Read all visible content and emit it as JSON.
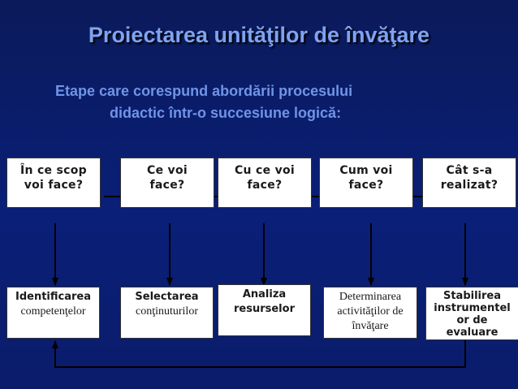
{
  "title": "Proiectarea unităţilor de învăţare",
  "subtitle": {
    "line1": "Etape care corespund abordării procesului",
    "line2": "didactic într-o succesiune logică:"
  },
  "questions": [
    {
      "l1": "În ce scop",
      "l2": "voi face?"
    },
    {
      "l1": "Ce voi",
      "l2": "face?"
    },
    {
      "l1": "Cu ce voi",
      "l2": "face?"
    },
    {
      "l1": "Cum voi",
      "l2": "face?"
    },
    {
      "l1": "Cât s-a",
      "l2": "realizat?"
    }
  ],
  "results": [
    {
      "l1": "Identificarea",
      "l2": "competenţelor"
    },
    {
      "l1": "Selectarea",
      "l2": "conţinuturilor"
    },
    {
      "l1": "Analiza",
      "l2": "resurselor"
    },
    {
      "l1": "Determinarea",
      "l2": "activităţilor de",
      "l3": "învăţare"
    },
    {
      "l1": "Stabilirea",
      "l2": "instrumentel",
      "l3": "or de",
      "l4": "evaluare"
    }
  ],
  "colors": {
    "background": "#0a1f78",
    "title": "#7fa3f0",
    "subtitle": "#6f94e8",
    "arrow": "#000000"
  }
}
